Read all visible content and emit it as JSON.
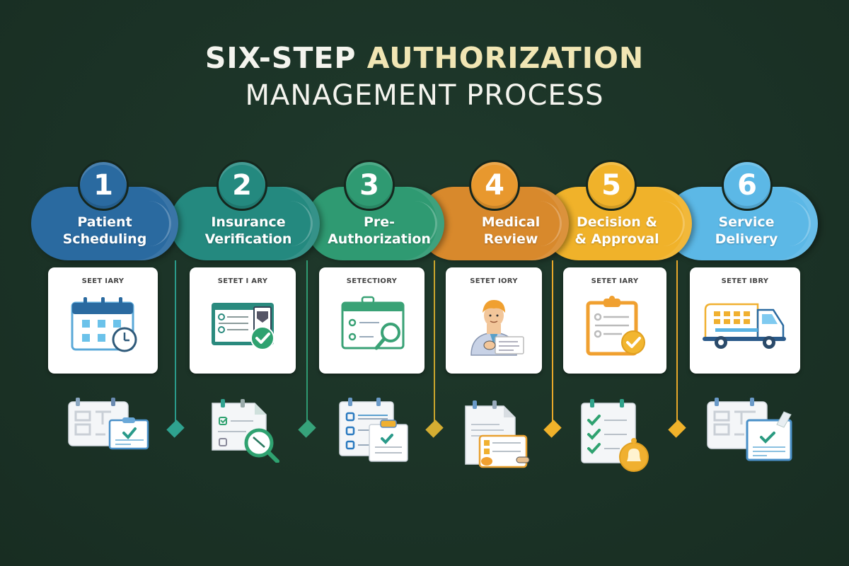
{
  "title": {
    "part1": "SIX-STEP ",
    "part1_highlight": "AUTHORIZATION",
    "line2": "MANAGEMENT PROCESS",
    "highlight_color": "#f1e6b4",
    "text_color": "#f4f4ee"
  },
  "background_color": "#1c3327",
  "steps": [
    {
      "number": "1",
      "label_line1": "Patient",
      "label_line2": "Scheduling",
      "color": "#2a6aa0",
      "card_title": "SEET IARY",
      "card_icon": "calendar-clock-icon",
      "bottom_icon": "calendar-clipboard-check-icon"
    },
    {
      "number": "2",
      "label_line1": "Insurance",
      "label_line2": "Verification",
      "color": "#24897f",
      "card_title": "SETET I ARY",
      "card_icon": "insurance-card-check-icon",
      "bottom_icon": "checklist-magnifier-icon"
    },
    {
      "number": "3",
      "label_line1": "Pre-",
      "label_line2": "Authorization",
      "color": "#2f9a72",
      "card_title": "SETECTIORY",
      "card_icon": "form-magnifier-icon",
      "bottom_icon": "checklist-clipboard-icon"
    },
    {
      "number": "4",
      "label_line1": "Medical",
      "label_line2": "Review",
      "color": "#d8892c",
      "card_title": "SETET IORY",
      "card_icon": "doctor-icon",
      "bottom_icon": "medical-documents-icon"
    },
    {
      "number": "5",
      "label_line1": "Decision &",
      "label_line2": "& Approval",
      "color": "#f0b22a",
      "card_title": "SETET IARY",
      "card_icon": "clipboard-approval-icon",
      "bottom_icon": "checklist-bell-icon"
    },
    {
      "number": "6",
      "label_line1": "Service",
      "label_line2": "Delivery",
      "color": "#5cb8e6",
      "card_title": "SETET IBRY",
      "card_icon": "delivery-truck-icon",
      "bottom_icon": "calendar-confirmation-icon"
    }
  ],
  "connectors": [
    {
      "color": "#2a9a8a"
    },
    {
      "color": "#2f9a72"
    },
    {
      "color": "#c9a52c"
    },
    {
      "color": "#e8a82a"
    },
    {
      "color": "#e8a82a"
    }
  ]
}
